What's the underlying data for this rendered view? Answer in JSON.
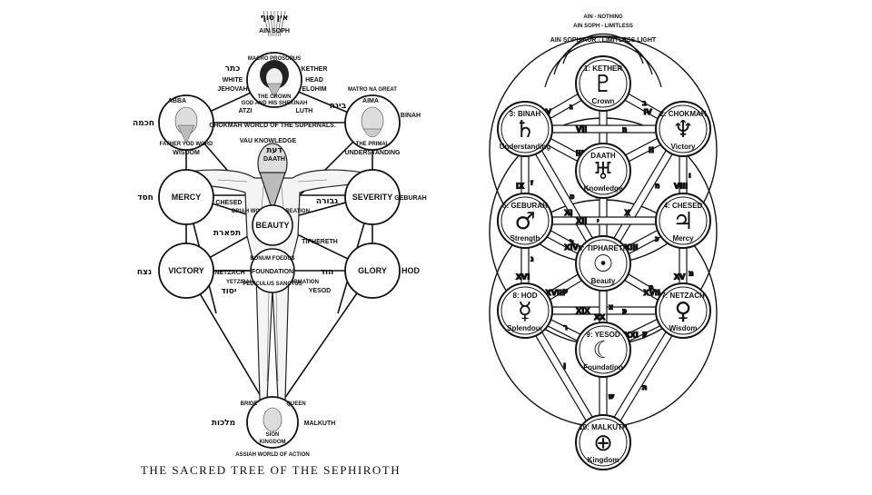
{
  "left": {
    "caption": "THE SACRED TREE OF THE SEPHIROTH",
    "top_hebrew": "אין סוף",
    "ain_soph": "AIN SOPH",
    "crown_arc": "MACRO PROSOPUS",
    "crown_sub": "THE CROWN",
    "crown_sub2": "GOD AND HIS SHEKINAH",
    "kether_heb": "כתר",
    "kether": "KETHER",
    "white": "WHITE",
    "head": "HEAD",
    "jehovah": "JEHOVAH",
    "elohim": "ELOHIM",
    "atzi": "ATZI",
    "luth": "LUTH",
    "abba": "ABBA",
    "aima": "AIMA",
    "matro_arc": "MATRO NA GREAT",
    "chokmah_heb": "חכמה",
    "binah_heb": "בינה",
    "binah": "BINAH",
    "chokmah_world": "CHOKMAH  WORLD OF THE  SUPERNALS.",
    "father_arc": "FATHER YOD WORD",
    "wisdom": "WISDOM",
    "primal_arc": "THE PRIMAL",
    "understanding": "UNDERSTANDING",
    "vau_knowledge": "VAU KNOWLEDGE",
    "daath_heb": "דעת",
    "daath": "DAATH",
    "mercy": "MERCY",
    "severity": "SEVERITY",
    "chesed_heb": "חסד",
    "geburah_heb": "גבורה",
    "geburah": "GEBURAH",
    "chesed": "CHESED",
    "briah_world": "BRIAH WORLD        OF CREATION",
    "beauty": "BEAUTY",
    "tiphereth_heb": "תפארת",
    "tiphereth": "TIPHERETH",
    "victory": "VICTORY",
    "glory": "GLORY",
    "hod": "HOD",
    "netzach_heb": "נצח",
    "hod_heb": "הוד",
    "netzach": "NETZACH",
    "yetzirah_world": "YETZIRAH WORLD   OF FORMATION",
    "yesod_heb": "יסוד",
    "yesod": "YESOD",
    "foundation": "FOUNDATION",
    "foundation_arc": "BONUM FOEDUS",
    "foundation_arc2": "PEDICULUS SANCTUS",
    "malkuth_heb": "מלכות",
    "malkuth": "MALKUTH",
    "bride": "BRIDE",
    "queen": "QUEEN",
    "sion": "SION",
    "kingdom": "KINGDOM",
    "assiah_world": "ASSIAH WORLD OF ACTION"
  },
  "right": {
    "ain": "AIN - NOTHING",
    "ain_soph": "AIN SOPH - LIMITLESS",
    "ain_soph_aur": "AIN SOPH AUR - LIMITLESS LIGHT",
    "sephiroth": [
      {
        "name": "1: KETHER",
        "symbol": "♇",
        "meaning": "Crown"
      },
      {
        "name": "2: CHOKMAH",
        "symbol": "♆",
        "meaning": "Victory"
      },
      {
        "name": "3: BINAH",
        "symbol": "♄",
        "meaning": "Understanding"
      },
      {
        "name": "DAATH",
        "symbol": "♅",
        "meaning": "Knowledge"
      },
      {
        "name": "4: CHESED",
        "symbol": "♃",
        "meaning": "Mercy"
      },
      {
        "name": "5: GEBURAH",
        "symbol": "♂",
        "meaning": "Strength"
      },
      {
        "name": "6: TIPHARETH",
        "symbol": "☉",
        "meaning": "Beauty"
      },
      {
        "name": "7: NETZACH",
        "symbol": "♀",
        "meaning": "Wisdom"
      },
      {
        "name": "8: HOD",
        "symbol": "☿",
        "meaning": "Splendour"
      },
      {
        "name": "9: YESOD",
        "symbol": "☾",
        "meaning": "Foundation"
      },
      {
        "name": "10: MALKUTH",
        "symbol": "⊕",
        "meaning": "Kingdom"
      }
    ],
    "path_labels": [
      "ב",
      "ג",
      "ד",
      "ה",
      "ו",
      "ז",
      "ח",
      "ט",
      "י",
      "כ",
      "ל",
      "מ",
      "נ",
      "ס",
      "ע",
      "פ",
      "צ",
      "ק",
      "ר",
      "ש",
      "ת",
      "I",
      "II",
      "III",
      "IV",
      "V",
      "VI",
      "VII",
      "VIII",
      "IX",
      "X",
      "XI",
      "XII",
      "XIII",
      "XIV",
      "XV",
      "XVI",
      "XVII",
      "XVIII",
      "XIX",
      "XX",
      "XXI"
    ]
  }
}
